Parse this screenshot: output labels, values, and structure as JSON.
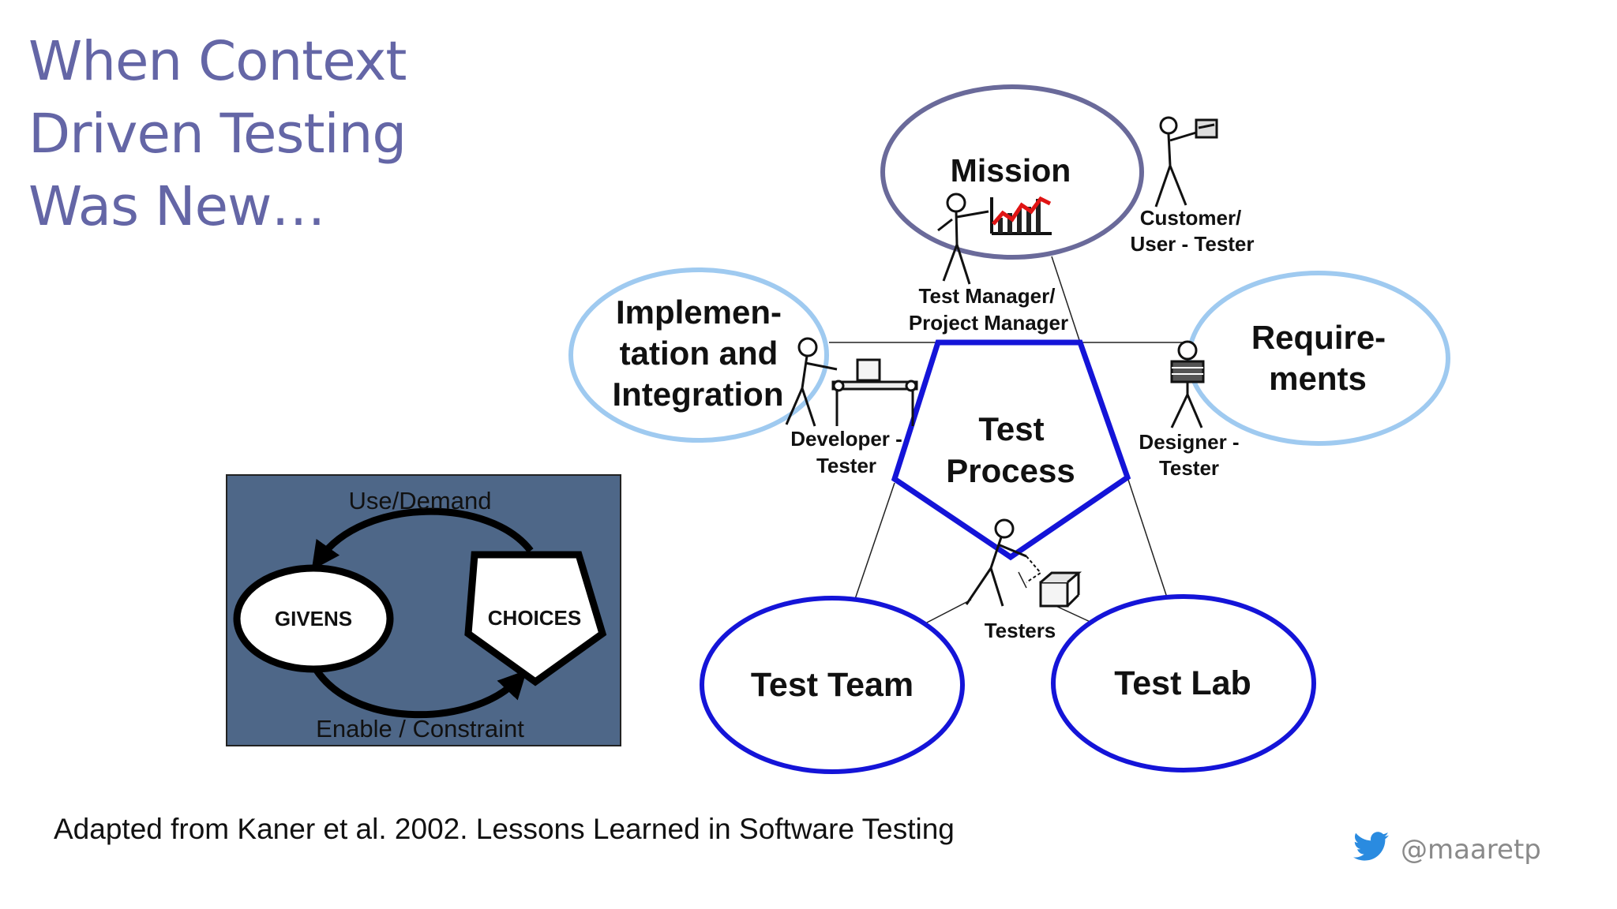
{
  "slide": {
    "title_lines": [
      "When Context",
      "Driven Testing",
      "Was New…"
    ],
    "credit": "Adapted from  Kaner et al. 2002. Lessons Learned in Software Testing",
    "twitter_handle": "@maaretp"
  },
  "diagram": {
    "mission": "Mission",
    "mission_role_line1": "Test Manager/",
    "mission_role_line2": "Project Manager",
    "customer_line1": "Customer/",
    "customer_line2": "User - Tester",
    "implementation_line1": "Implemen-",
    "implementation_line2": "tation and",
    "implementation_line3": "Integration",
    "developer_line1": "Developer -",
    "developer_line2": "Tester",
    "requirements_line1": "Require-",
    "requirements_line2": "ments",
    "designer_line1": "Designer -",
    "designer_line2": "Tester",
    "process_line1": "Test",
    "process_line2": "Process",
    "testers": "Testers",
    "test_team": "Test Team",
    "test_lab": "Test Lab"
  },
  "inset": {
    "use_demand": "Use/Demand",
    "givens": "GIVENS",
    "choices": "CHOICES",
    "enable_constraint": "Enable / Constraint"
  },
  "colors": {
    "title": "#6466a6",
    "mission_ring": "#6a6a9a",
    "light_ring": "#9fcaf0",
    "dark_ring": "#1414d8",
    "inset_bg": "#4e6788"
  },
  "icons": [
    "twitter-bird-icon",
    "test-manager-figure-icon",
    "customer-figure-icon",
    "developer-figure-icon",
    "designer-figure-icon",
    "tester-figure-icon"
  ]
}
